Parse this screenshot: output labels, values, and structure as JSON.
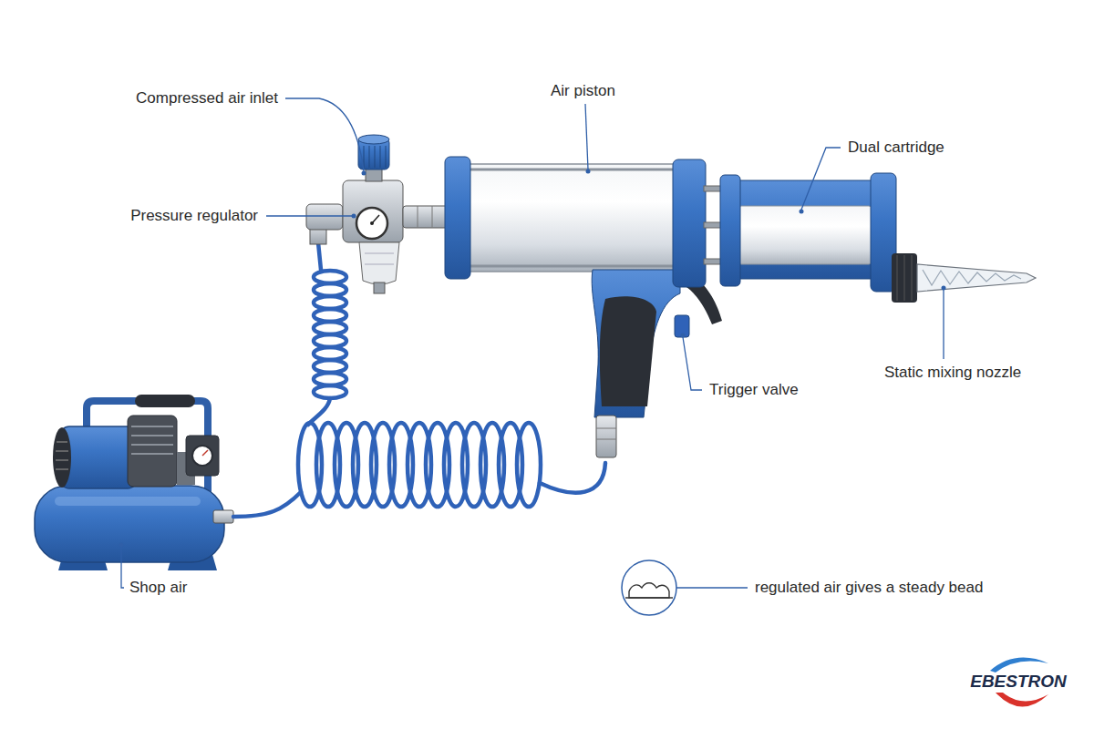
{
  "diagram": {
    "labels": [
      "Compressed air inlet",
      "Pressure regulator",
      "Air piston",
      "Dual cartridge",
      "Trigger valve",
      "Static mixing nozzle",
      "Shop air",
      "regulated air gives a steady bead",
      "EBESTRON"
    ]
  }
}
